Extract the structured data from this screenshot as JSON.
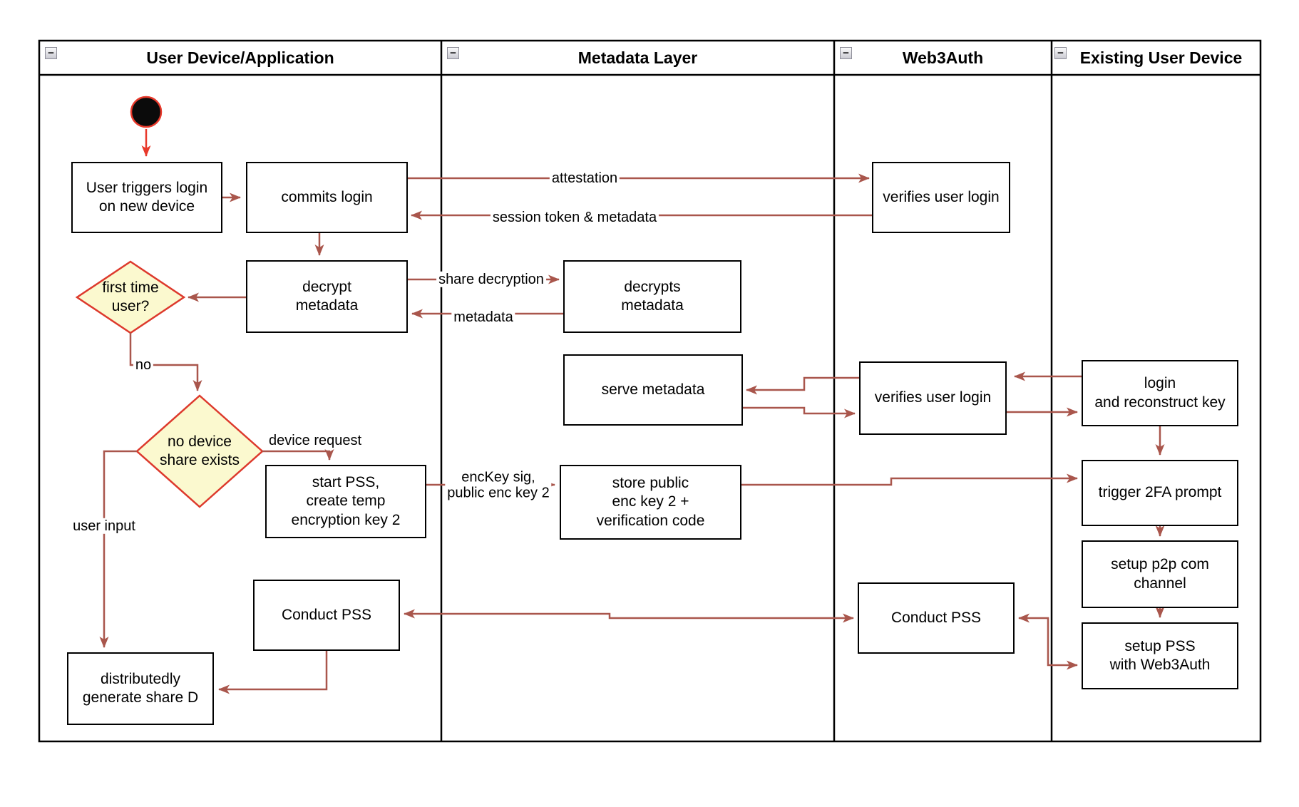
{
  "lanes": [
    {
      "title": "User Device/Application",
      "collapse": "−"
    },
    {
      "title": "Metadata Layer",
      "collapse": "−"
    },
    {
      "title": "Web3Auth",
      "collapse": "−"
    },
    {
      "title": "Existing User Device",
      "collapse": "−"
    }
  ],
  "nodes": {
    "user_triggers": "User triggers login\non new device",
    "commits_login": "commits login",
    "decrypt_metadata": "decrypt\nmetadata",
    "first_time_user": "first time\nuser?",
    "no_device_share": "no device\nshare exists",
    "start_pss": "start PSS,\ncreate temp\nencryption key 2",
    "conduct_pss_user": "Conduct PSS",
    "dist_gen": "distributedly\ngenerate share D",
    "decrypts_metadata": "decrypts\nmetadata",
    "serve_metadata": "serve metadata",
    "store_public": "store public\nenc key 2 +\nverification code",
    "verifies_login_top": "verifies user login",
    "verifies_login_mid": "verifies user login",
    "conduct_pss_web3": "Conduct PSS",
    "login_reconstruct": "login\nand reconstruct key",
    "trigger_2fa": "trigger 2FA prompt",
    "setup_p2p": "setup p2p com\nchannel",
    "setup_pss": "setup PSS\nwith Web3Auth"
  },
  "edge_labels": {
    "attestation": "attestation",
    "session_token": "session token & metadata",
    "share_decryption": "share decryption",
    "metadata": "metadata",
    "no": "no",
    "device_request": "device request",
    "user_input": "user input",
    "enckey": "encKey sig,\npublic enc key 2"
  },
  "colors": {
    "arrow": "#a9564c",
    "start_accent": "#e8392b",
    "diamond_fill": "#fbf9cf",
    "diamond_border": "#dd392c",
    "frame": "#000000"
  }
}
